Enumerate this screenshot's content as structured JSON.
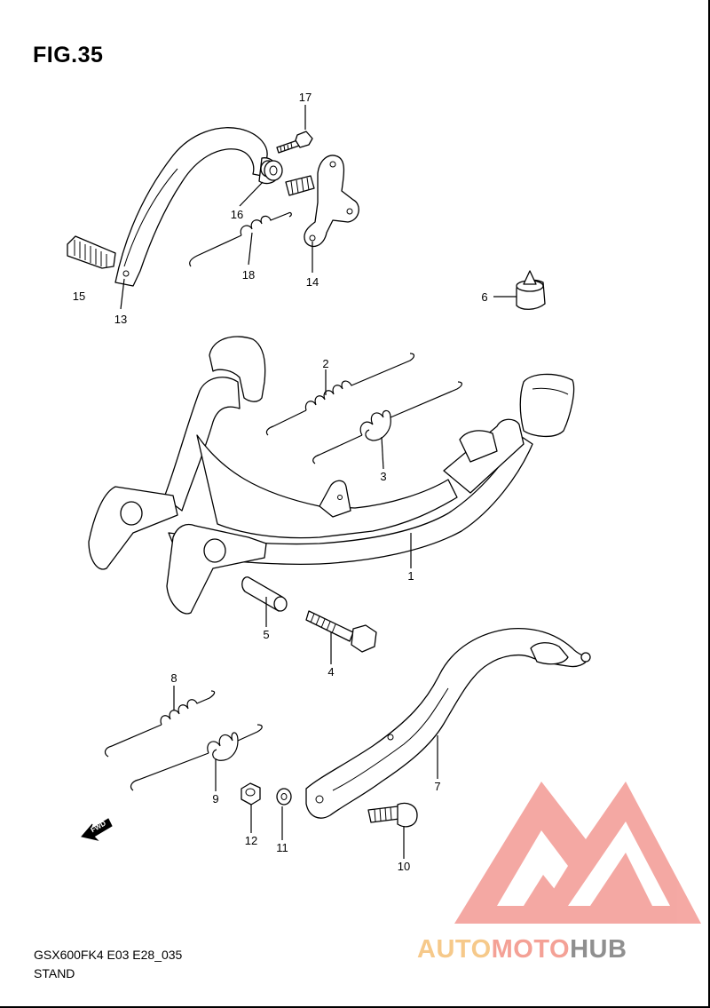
{
  "figure": {
    "title": "FIG.35"
  },
  "footer": {
    "code": "GSX600FK4 E03 E28_035",
    "name": "STAND"
  },
  "watermark": {
    "part1": "AUTO",
    "part2": "MOTO",
    "part3": "HUB",
    "colors": {
      "triangle": "#f39a94",
      "auto": "#f6c98a",
      "moto": "#f4a196",
      "hub": "#8f8f8f"
    }
  },
  "fwd": {
    "label": "FWD"
  },
  "callouts": {
    "c1": "1",
    "c2": "2",
    "c3": "3",
    "c4": "4",
    "c5": "5",
    "c6": "6",
    "c7": "7",
    "c8": "8",
    "c9": "9",
    "c10": "10",
    "c11": "11",
    "c12": "12",
    "c13": "13",
    "c14": "14",
    "c15": "15",
    "c16": "16",
    "c17": "17",
    "c18": "18"
  }
}
